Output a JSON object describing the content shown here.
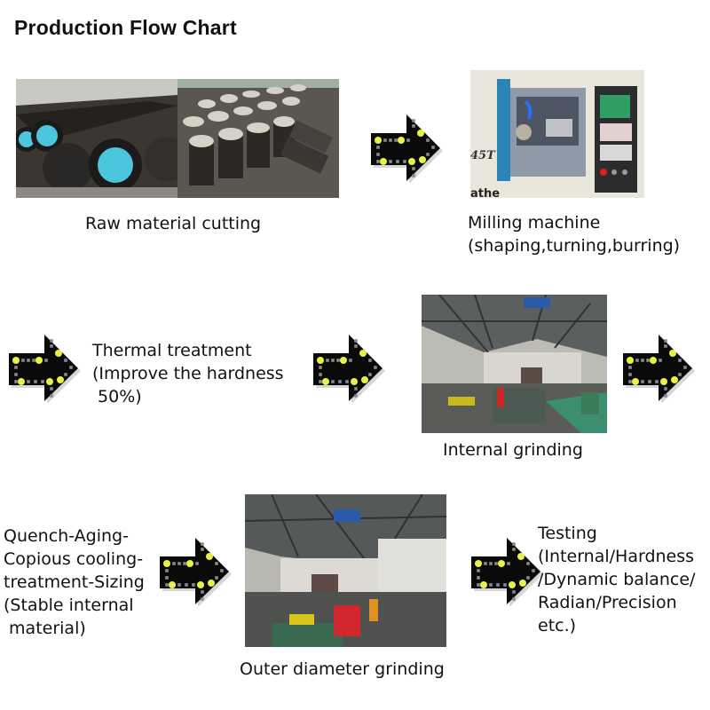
{
  "title": "Production Flow Chart",
  "steps": [
    {
      "id": "raw-material",
      "label": "Raw material cutting",
      "image": "steel-bars-photo"
    },
    {
      "id": "milling",
      "label": "Milling machine\n(shaping,turning,burring)",
      "image": "cnc-lathe-photo",
      "machine_text": "45T",
      "machine_brand_fragment": "athe"
    },
    {
      "id": "thermal",
      "label": "Thermal treatment\n(Improve the hardness\n 50%)"
    },
    {
      "id": "internal-grinding",
      "label": "Internal grinding",
      "image": "workshop-photo"
    },
    {
      "id": "quench",
      "label": "Quench-Aging-\nCopious cooling-\ntreatment-Sizing\n(Stable internal\n material)"
    },
    {
      "id": "outer-grinding",
      "label": "Outer diameter grinding",
      "image": "workshop-photo-2"
    },
    {
      "id": "testing",
      "label": "Testing\n(Internal/Hardness\n/Dynamic balance/\nRadian/Precision\netc.)"
    }
  ],
  "arrows": [
    {
      "from": "raw-material",
      "to": "milling",
      "icon": "led-arrow-right-icon"
    },
    {
      "from": "milling",
      "to": "thermal",
      "icon": "led-arrow-right-icon"
    },
    {
      "from": "thermal",
      "to": "internal-grinding",
      "icon": "led-arrow-right-icon"
    },
    {
      "from": "internal-grinding",
      "to": "quench",
      "icon": "led-arrow-right-icon"
    },
    {
      "from": "quench",
      "to": "outer-grinding",
      "icon": "led-arrow-right-icon"
    },
    {
      "from": "outer-grinding",
      "to": "testing",
      "icon": "led-arrow-right-icon"
    }
  ],
  "colors": {
    "arrow_body": "#0a0a0a",
    "led_on": "#e8f04a",
    "led_off": "#8a8a8a"
  }
}
